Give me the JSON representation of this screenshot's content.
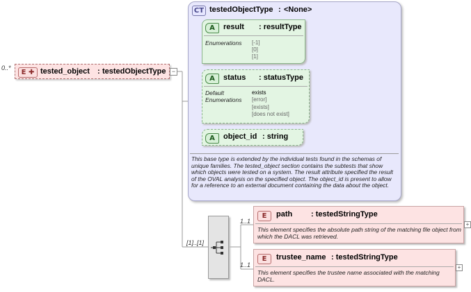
{
  "root": {
    "cardinality": "0..*",
    "badge": "E",
    "name": "tested_object",
    "type": "testedObjectType"
  },
  "complex_type": {
    "badge": "CT",
    "name": "testedObjectType",
    "base": "<None>",
    "description": "This base type is extended by the individual tests found in the schemas of unique families.  The tested_object section contains the subtests that show which objects were tested on a system. The result attribute specified the result of the OVAL analysis on the specified object. The object_id is present to allow for a reference to an external document containing the data about the object."
  },
  "attributes": [
    {
      "badge": "A",
      "name": "result",
      "type": ": resultType",
      "enumerations_label": "Enumerations",
      "enumerations": [
        "[-1]",
        "[0]",
        "[1]"
      ]
    },
    {
      "badge": "A",
      "name": "status",
      "type": ": statusType",
      "default_label": "Default",
      "default_value": "exists",
      "enumerations_label": "Enumerations",
      "enumerations": [
        "[error]",
        "[exists]",
        "[does not exist]"
      ]
    },
    {
      "badge": "A",
      "name": "object_id",
      "type": ": string"
    }
  ],
  "sequence": {
    "cardinality": "[1]..[1]"
  },
  "elements": [
    {
      "cardinality": "1..1",
      "badge": "E",
      "name": "path",
      "type": ": testedStringType",
      "description": "This element specifies the absolute path string of the matching file object from which the DACL was retrieved."
    },
    {
      "cardinality": "1..1",
      "badge": "E",
      "name": "trustee_name",
      "type": ": testedStringType",
      "description": "This element specifies the trustee name associated with the matching DACL."
    }
  ]
}
